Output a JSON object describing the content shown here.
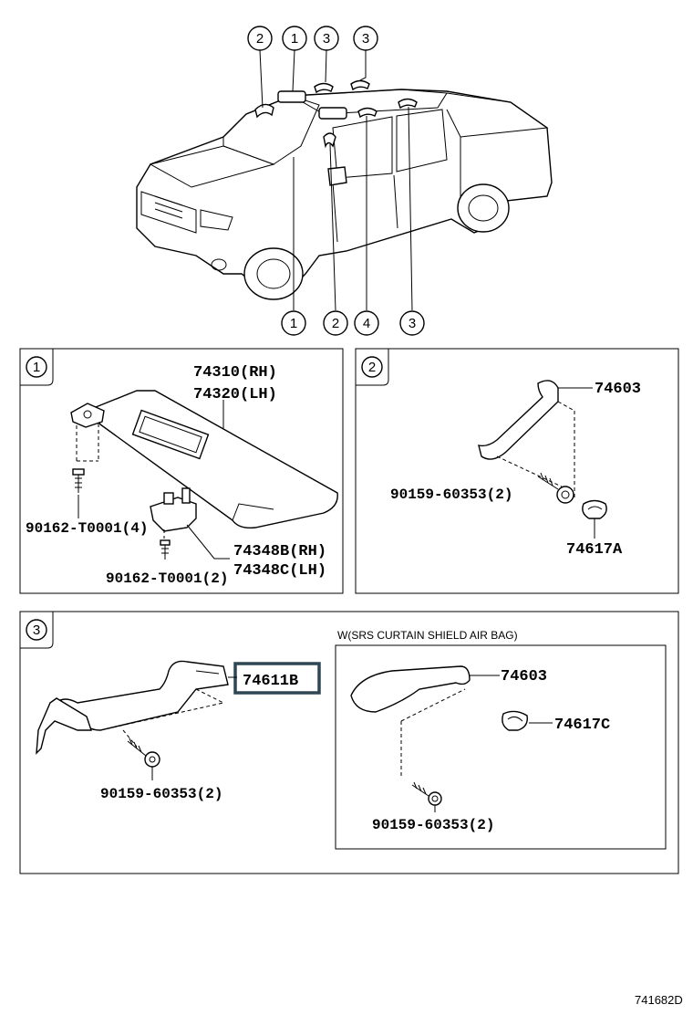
{
  "diagram": {
    "vehicle_callouts_top": [
      "2",
      "1",
      "3",
      "3"
    ],
    "vehicle_callouts_bottom": [
      "1",
      "2",
      "4",
      "3"
    ],
    "panel1": {
      "index": "1",
      "visor_rh": "74310(RH)",
      "visor_lh": "74320(LH)",
      "screw_a": "90162-T0001(4)",
      "holder_rh": "74348B(RH)",
      "holder_lh": "74348C(LH)",
      "screw_b": "90162-T0001(2)"
    },
    "panel2": {
      "index": "2",
      "grip": "74603",
      "screw": "90159-60353(2)",
      "cover": "74617A"
    },
    "panel3": {
      "index": "3",
      "grip": "74611B",
      "screw": "90159-60353(2)",
      "note": "W(SRS CURTAIN SHIELD AIR BAG)",
      "sub_grip": "74603",
      "sub_cover": "74617C",
      "sub_screw": "90159-60353(2)"
    },
    "figure_code": "741682D",
    "highlight_color": "#2f4752"
  }
}
